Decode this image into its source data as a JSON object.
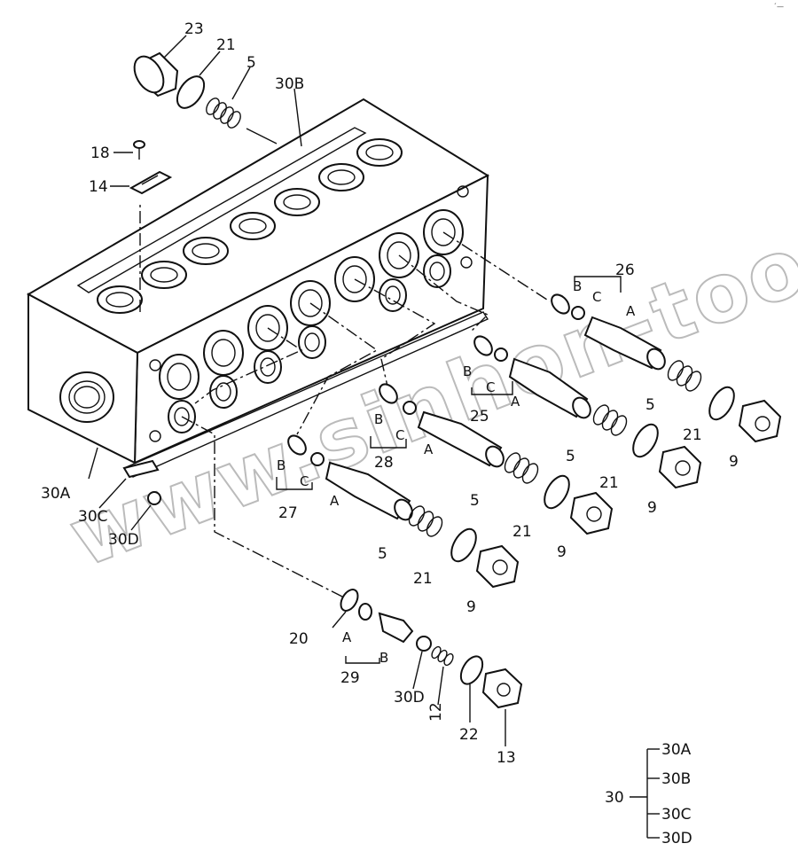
{
  "watermark": "www.sinhon-too.kz",
  "corner_mark": "´—",
  "labels": {
    "l23": "23",
    "l21a": "21",
    "l5a": "5",
    "l30B": "30B",
    "l18": "18",
    "l14": "14",
    "l26": "26",
    "l26B": "B",
    "l26C": "C",
    "l26A": "A",
    "l9a": "9",
    "l5b": "5",
    "l21b": "21",
    "l25": "25",
    "l25B": "B",
    "l25C": "C",
    "l25A": "A",
    "l5c": "5",
    "l21c": "21",
    "l9b": "9",
    "l28": "28",
    "l28B": "B",
    "l28C": "C",
    "l28A": "A",
    "l5d": "5",
    "l21d": "21",
    "l9c": "9",
    "l27": "27",
    "l27B": "B",
    "l27C": "C",
    "l27A": "A",
    "l5e": "5",
    "l21e": "21",
    "l9d": "9",
    "l30A": "30A",
    "l30C": "30C",
    "l30D": "30D",
    "l20": "20",
    "l29": "29",
    "l29A": "A",
    "l29B": "B",
    "l30D2": "30D",
    "l12": "12",
    "l22": "22",
    "l13": "13"
  },
  "legend": {
    "parent": "30",
    "children": [
      "30A",
      "30B",
      "30C",
      "30D"
    ]
  }
}
